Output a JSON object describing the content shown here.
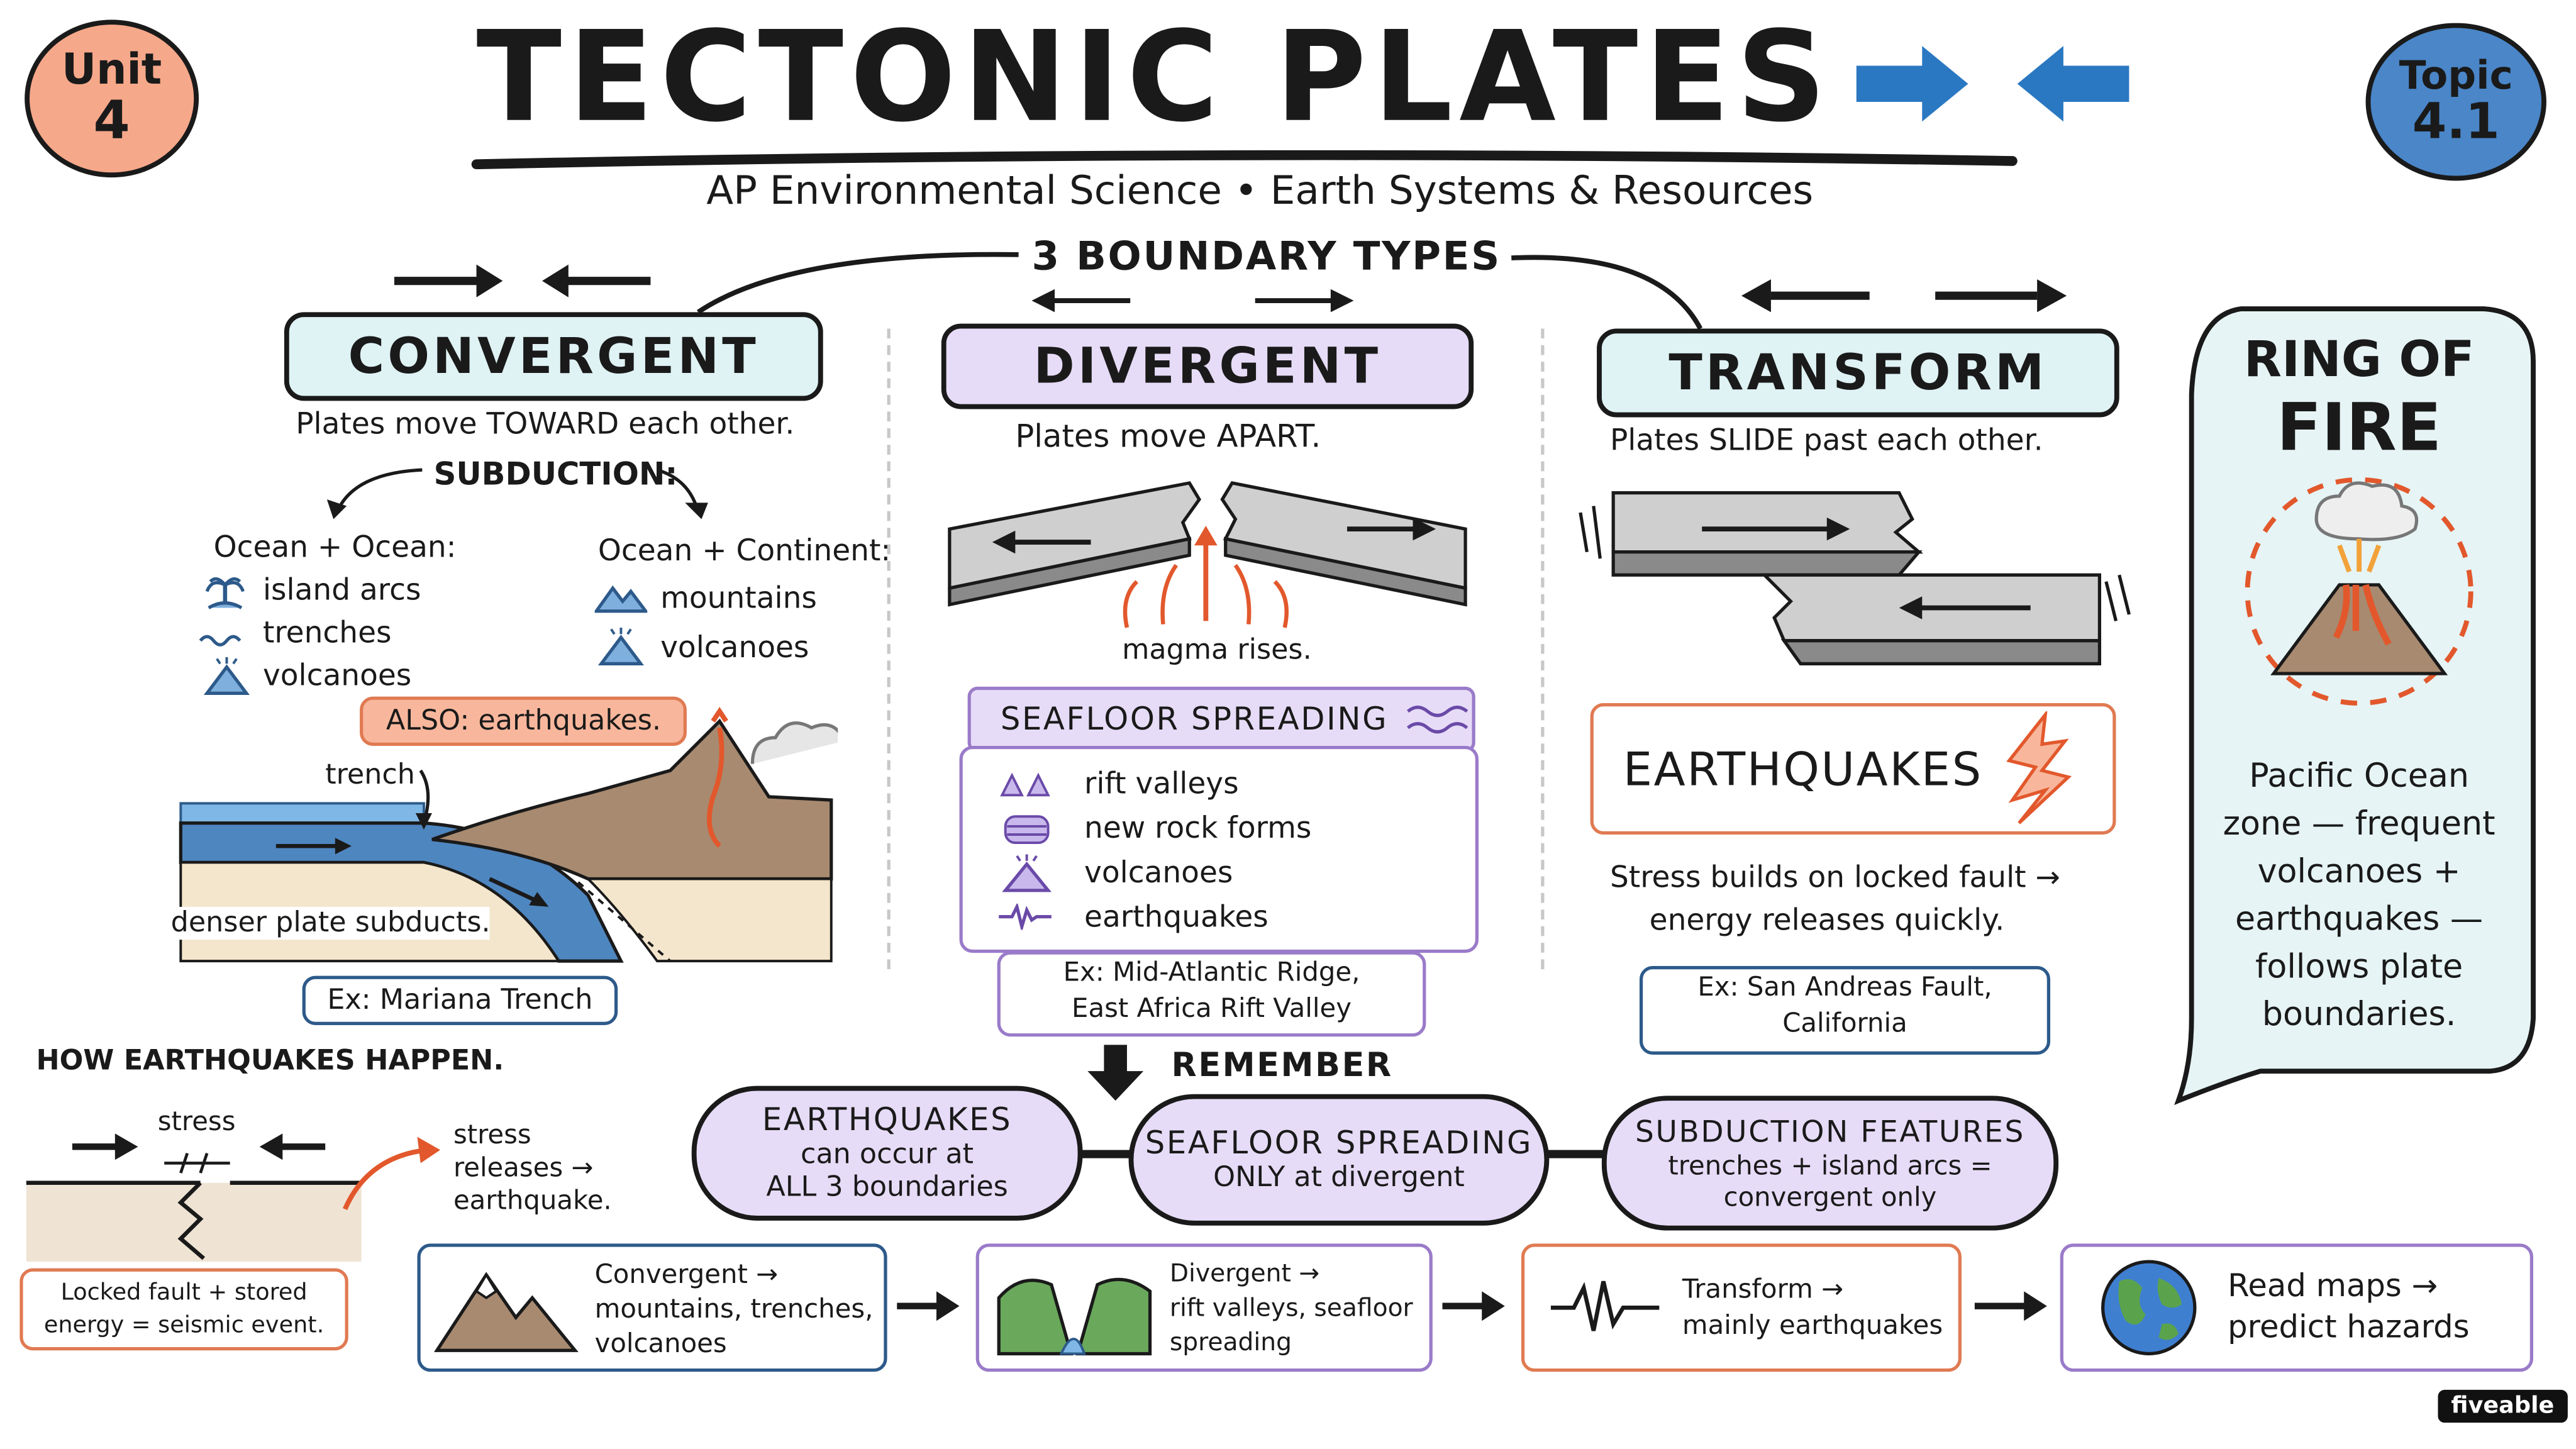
{
  "header": {
    "unit_badge": {
      "line1": "Unit",
      "line2": "4"
    },
    "topic_badge": {
      "line1": "Topic",
      "line2": "4.1"
    },
    "title": "TECTONIC PLATES",
    "subtitle": "AP Environmental Science • Earth Systems & Resources",
    "boundary_types_label": "3 BOUNDARY TYPES"
  },
  "convergent": {
    "title": "CONVERGENT",
    "desc": "Plates move TOWARD each other.",
    "subduction": "SUBDUCTION:",
    "ocean_ocean": {
      "heading": "Ocean + Ocean:",
      "items": [
        "island arcs",
        "trenches",
        "volcanoes"
      ]
    },
    "ocean_continent": {
      "heading": "Ocean + Continent:",
      "items": [
        "mountains",
        "volcanoes"
      ]
    },
    "also": "ALSO: earthquakes.",
    "trench_label": "trench",
    "subducts_label": "denser plate subducts.",
    "example": "Ex: Mariana Trench"
  },
  "divergent": {
    "title": "DIVERGENT",
    "desc": "Plates move APART.",
    "magma": "magma rises.",
    "seafloor_title": "SEAFLOOR SPREADING",
    "items": [
      "rift valleys",
      "new rock forms",
      "volcanoes",
      "earthquakes"
    ],
    "example_line1": "Ex: Mid-Atlantic Ridge,",
    "example_line2": "East Africa Rift Valley"
  },
  "transform": {
    "title": "TRANSFORM",
    "desc": "Plates SLIDE past each other.",
    "earthquakes_title": "EARTHQUAKES",
    "stress_line1": "Stress builds on locked fault →",
    "stress_line2": "energy releases quickly.",
    "example_line1": "Ex: San Andreas Fault,",
    "example_line2": "California"
  },
  "ring_of_fire": {
    "title_line1": "RING OF",
    "title_line2": "FIRE",
    "desc_lines": [
      "Pacific Ocean",
      "zone — frequent",
      "volcanoes +",
      "earthquakes —",
      "follows plate",
      "boundaries."
    ]
  },
  "how_earthquakes": {
    "title": "HOW EARTHQUAKES HAPPEN.",
    "stress": "stress",
    "releases_lines": [
      "stress",
      "releases →",
      "earthquake."
    ],
    "locked_line1": "Locked fault + stored",
    "locked_line2": "energy = seismic event."
  },
  "remember": {
    "label": "REMEMBER",
    "pills": [
      {
        "title": "EARTHQUAKES",
        "line1": "can occur at",
        "line2": "ALL 3 boundaries"
      },
      {
        "title": "SEAFLOOR SPREADING",
        "line1": "ONLY at divergent",
        "line2": ""
      },
      {
        "title": "SUBDUCTION FEATURES",
        "line1": "trenches + island arcs =",
        "line2": "convergent only"
      }
    ]
  },
  "flow": [
    {
      "lines": [
        "Convergent →",
        "mountains, trenches,",
        "volcanoes"
      ]
    },
    {
      "lines": [
        "Divergent →",
        "rift valleys, seafloor",
        "spreading"
      ]
    },
    {
      "lines": [
        "Transform →",
        "mainly earthquakes"
      ]
    },
    {
      "lines": [
        "Read maps →",
        "predict hazards"
      ]
    }
  ],
  "brand": "fiveable",
  "colors": {
    "unit_badge": "#f6a88a",
    "topic_badge": "#4a86c8",
    "convergent_header": "#dff2f4",
    "divergent_header": "#e7dcf7",
    "transform_header": "#dff2f4",
    "ring_bg": "#e6f4f5",
    "arrow_blue": "#2b78c2"
  }
}
